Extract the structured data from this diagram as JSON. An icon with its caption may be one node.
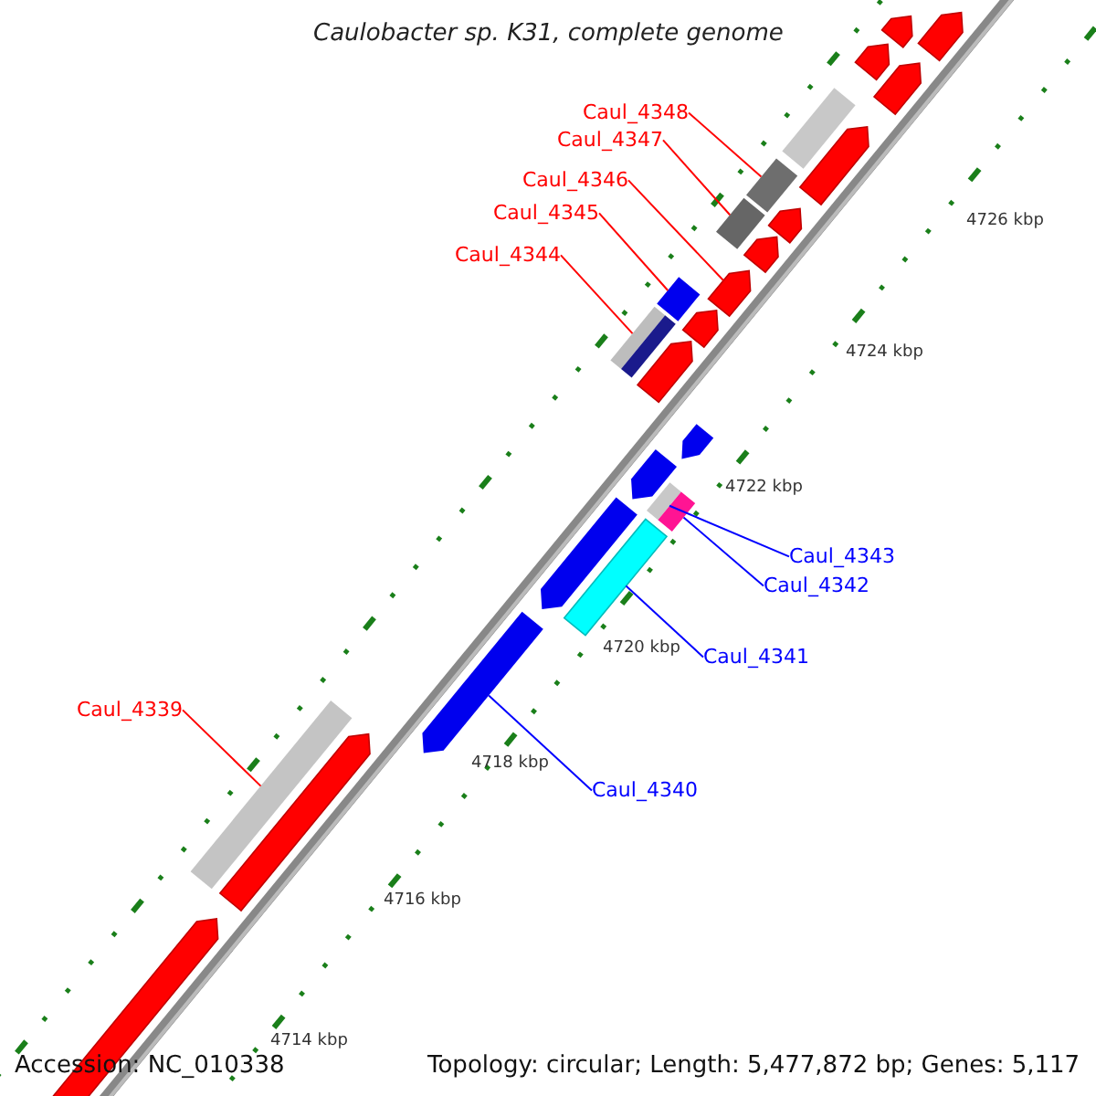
{
  "diagram": {
    "title": "Caulobacter sp. K31, complete genome",
    "nodes": [
      {
        "text": [
          "Caul_4348"
        ]
      },
      {
        "text": [
          "Caul_4347"
        ]
      },
      {
        "text": [
          "Caul_4346"
        ]
      },
      {
        "text": [
          "Caul_4345"
        ]
      },
      {
        "text": [
          "Caul_4344"
        ]
      },
      {
        "text": [
          "Caul_4343"
        ]
      },
      {
        "text": [
          "Caul_4342"
        ]
      },
      {
        "text": [
          "Caul_4341"
        ]
      },
      {
        "text": [
          "Caul_4339"
        ]
      },
      {
        "text": [
          "Caul_4340"
        ]
      },
      {
        "text": [],
        "shape": "pentagon"
      },
      {
        "text": [],
        "shape": "pentagon"
      },
      {
        "text": [],
        "shape": "pentagon"
      },
      {
        "text": [],
        "shape": "pentagon"
      },
      {
        "text": [],
        "shape": "bar"
      },
      {
        "text": [],
        "shape": "pentagon"
      },
      {
        "text": [],
        "shape": "bar"
      },
      {
        "text": [],
        "shape": "pentagon"
      },
      {
        "text": [],
        "shape": "bar"
      },
      {
        "text": [],
        "shape": "pentagon"
      },
      {
        "text": [],
        "shape": "pentagon"
      },
      {
        "text": [],
        "shape": "bar"
      },
      {
        "text": [],
        "shape": "pentagon"
      },
      {
        "text": [],
        "shape": "bar"
      },
      {
        "text": [],
        "shape": "pentagon"
      },
      {
        "text": [],
        "shape": "pentagon"
      },
      {
        "text": [],
        "shape": "pentagon"
      },
      {
        "text": [],
        "shape": "bar"
      },
      {
        "text": [],
        "shape": "bar"
      },
      {
        "text": [],
        "shape": "pentagon"
      },
      {
        "text": [],
        "shape": "bar"
      },
      {
        "text": [],
        "shape": "pentagon"
      },
      {
        "text": [],
        "shape": "bar"
      },
      {
        "text": [],
        "shape": "pentagon"
      },
      {
        "text": [],
        "shape": "pentagon"
      }
    ],
    "edges": [
      {
        "from": 0,
        "to": 16,
        "arrow": "none"
      },
      {
        "from": 1,
        "to": 18,
        "arrow": "none"
      },
      {
        "from": 2,
        "to": 20,
        "arrow": "none"
      },
      {
        "from": 3,
        "to": 21,
        "arrow": "none"
      },
      {
        "from": 4,
        "to": 23,
        "arrow": "none"
      },
      {
        "from": 5,
        "to": 27,
        "arrow": "none",
        "color": "#0000ff"
      },
      {
        "from": 6,
        "to": 28,
        "arrow": "none",
        "color": "#0000ff"
      },
      {
        "from": 7,
        "to": 30,
        "arrow": "none",
        "color": "#0000ff"
      },
      {
        "from": 8,
        "to": 32,
        "arrow": "none"
      },
      {
        "from": 9,
        "to": 31,
        "arrow": "none",
        "color": "#0000ff"
      }
    ],
    "labels": [
      "4726 kbp",
      "4724 kbp",
      "4722 kbp",
      "4720 kbp",
      "4718 kbp",
      "4716 kbp",
      "4714 kbp",
      "Accession: NC_010338",
      "Topology: circular; Length: 5,477,872 bp; Genes: 5,117"
    ]
  }
}
